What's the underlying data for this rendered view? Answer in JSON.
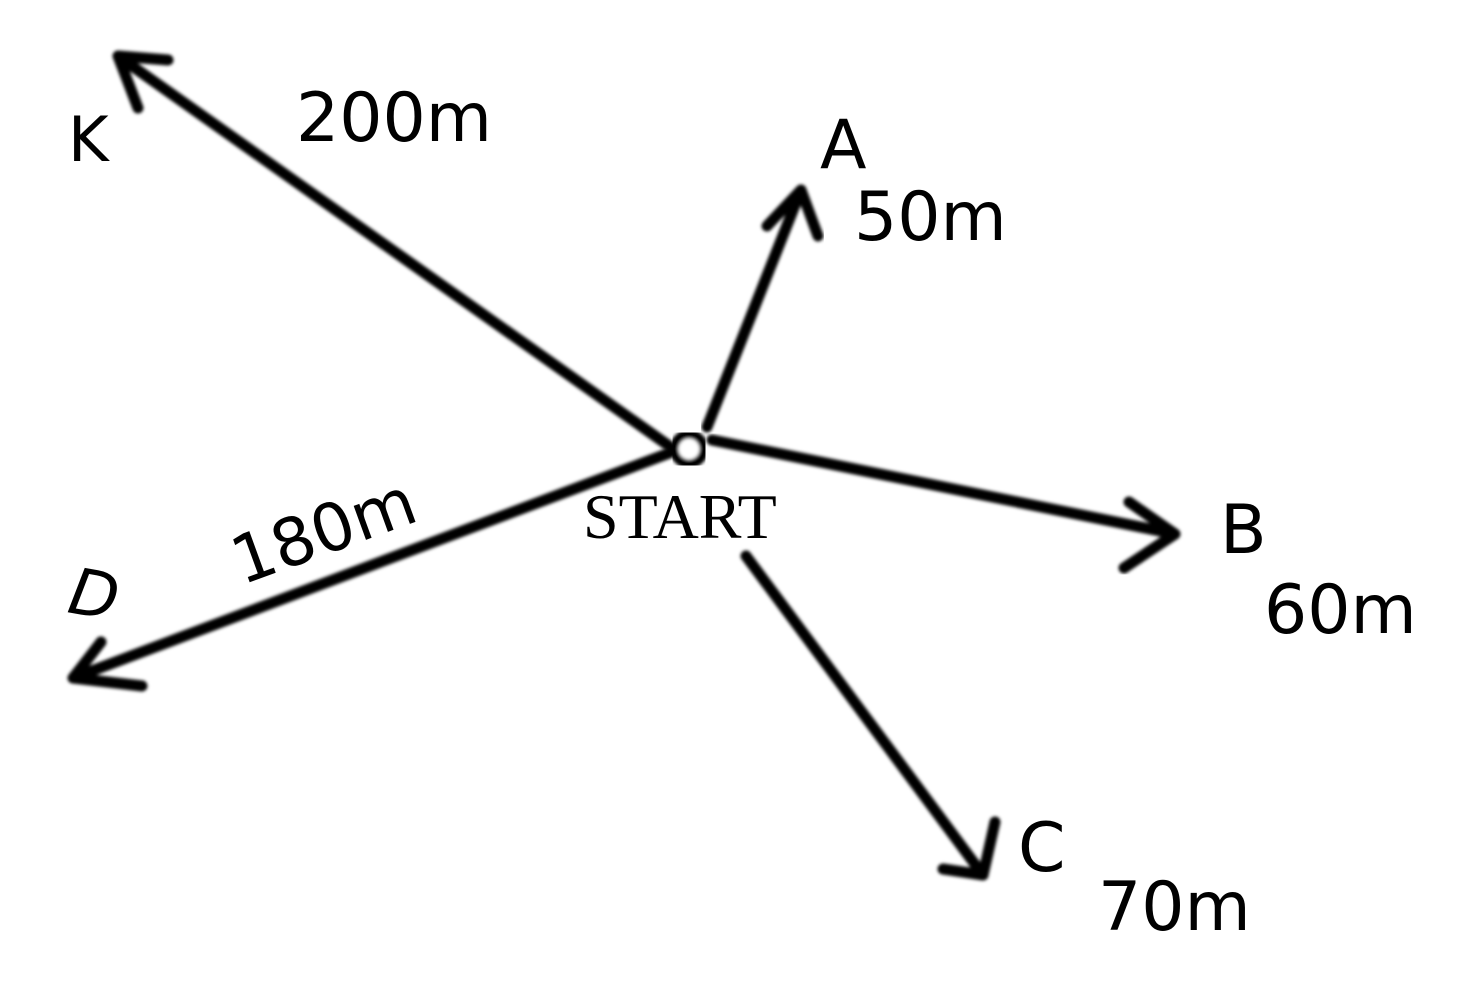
{
  "origin_label": "START",
  "routes": [
    {
      "id": "K",
      "label": "K",
      "distance": "200m"
    },
    {
      "id": "A",
      "label": "A",
      "distance": "50m"
    },
    {
      "id": "B",
      "label": "B",
      "distance": "60m"
    },
    {
      "id": "C",
      "label": "C",
      "distance": "70m"
    },
    {
      "id": "D",
      "label": "D",
      "distance": "180m"
    }
  ]
}
